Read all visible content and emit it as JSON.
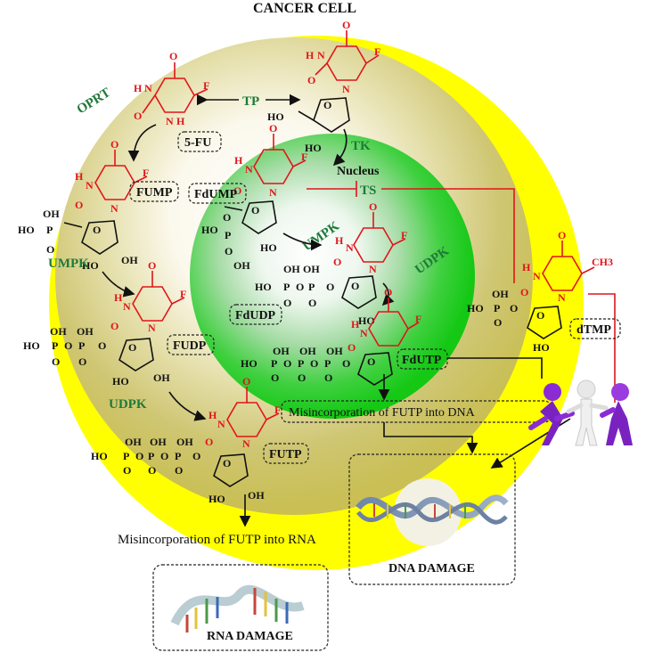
{
  "title": "CANCER CELL",
  "compounds": {
    "fu": "5-FU",
    "fump": "FUMP",
    "fudp": "FUDP",
    "futp": "FUTP",
    "fdump": "FdUMP",
    "fdudp": "FdUDP",
    "fdutp": "FdUTP",
    "dtmp": "dTMP"
  },
  "enzymes": {
    "tp": "TP",
    "oprt": "OPRT",
    "tk": "TK",
    "ts": "TS",
    "umpk1": "UMPK",
    "umpk2": "UMPK",
    "udpk1": "UDPK",
    "udpk2": "UDPK"
  },
  "nucleus_label": "Nucleus",
  "atoms": {
    "F": "F",
    "O": "O",
    "H": "H",
    "N": "N",
    "P": "P",
    "OH": "OH",
    "HO": "HO",
    "CH3": "CH3"
  },
  "labels": {
    "misincorp_dna": "Misincorporation of FUTP into DNA",
    "misincorp_rna": "Misincorporation of FUTP into RNA",
    "dna_damage": "DNA DAMAGE",
    "rna_damage": "RNA DAMAGE"
  },
  "colors": {
    "outer_yellow": "#ffff00",
    "cytoplasm": "#d6cf7a",
    "nucleus_green": "#19c819",
    "heterocycle_red": "#e0151b",
    "enzyme_green": "#1f7a3a",
    "figure_purple": "#8a2bd6"
  }
}
